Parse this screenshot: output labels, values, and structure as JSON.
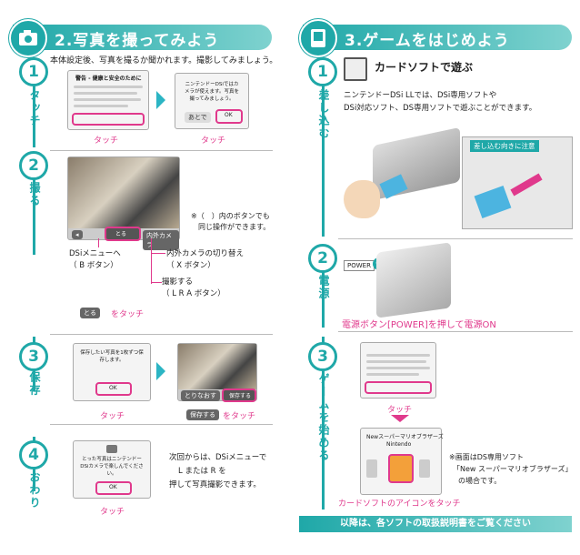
{
  "left": {
    "title": "2.写真を撮ってみよう",
    "intro": "本体設定後、写真を撮るか聞かれます。撮影してみましょう。",
    "steps": [
      {
        "num": "1",
        "label": "タッチ"
      },
      {
        "num": "2",
        "label": "撮る"
      },
      {
        "num": "3",
        "label": "保存"
      },
      {
        "num": "4",
        "label": "おわり"
      }
    ],
    "step1": {
      "caption_a": "タッチ",
      "caption_b": "タッチ",
      "warn_title": "警告 - 健康と安全のために",
      "dialog_text": "ニンテンドーDSiではカメラが使えます。写真を撮ってみましょう。",
      "btn_later": "あとで",
      "btn_ok": "OK"
    },
    "step2": {
      "note1": "※（　）内のボタンでも",
      "note2": "同じ操作ができます。",
      "dsi_menu": "DSiメニューへ",
      "dsi_menu_btn": "（ B ボタン）",
      "switch": "内外カメラの切り替え",
      "switch_btn": "（ X ボタン）",
      "shoot": "撮影する",
      "shoot_btn": "（ L  R  A ボタン）",
      "touch_caption": "をタッチ",
      "btn_toru": "とる",
      "btn_inout": "内外カメラ"
    },
    "step3": {
      "caption_a": "タッチ",
      "caption_b": "をタッチ",
      "dialog_text": "保存したい写真を1枚ずつ保存します。",
      "btn_ok": "OK",
      "btn_save": "保存する",
      "btn_more": "とりなおす"
    },
    "step4": {
      "text1": "次回からは、DSiメニューで",
      "text2": "L  または  R  を",
      "text3": "押して写真撮影できます。",
      "caption": "タッチ",
      "dialog_text": "とった写真はニンテンドーDSiカメラで楽しんでください。",
      "btn_ok": "OK"
    }
  },
  "right": {
    "title": "3.ゲームをはじめよう",
    "steps": [
      {
        "num": "1",
        "label": "差し込む"
      },
      {
        "num": "2",
        "label": "電源"
      },
      {
        "num": "3",
        "label": "ゲームを始める"
      }
    ],
    "step1": {
      "heading": "カードソフトで遊ぶ",
      "text1": "ニンテンドーDSi LLでは、DSi専用ソフトや",
      "text2": "DSi対応ソフト、DS専用ソフトで遊ぶことができます。",
      "callout": "差し込む向きに注意"
    },
    "step2": {
      "power_label": "POWER",
      "caption": "電源ボタン[POWER]を押して電源ON"
    },
    "step3": {
      "touch": "タッチ",
      "game_title": "Newスーパーマリオブラザーズ",
      "maker": "Nintendo",
      "note1": "※画面はDS専用ソフト",
      "note2": "「New スーパーマリオブラザーズ」",
      "note3": "の場合です。",
      "caption": "カードソフトのアイコンをタッチ"
    },
    "footer": "以降は、各ソフトの取扱説明書をご覧ください"
  },
  "colors": {
    "accent": "#1fa8a8",
    "pink": "#e0398c"
  }
}
